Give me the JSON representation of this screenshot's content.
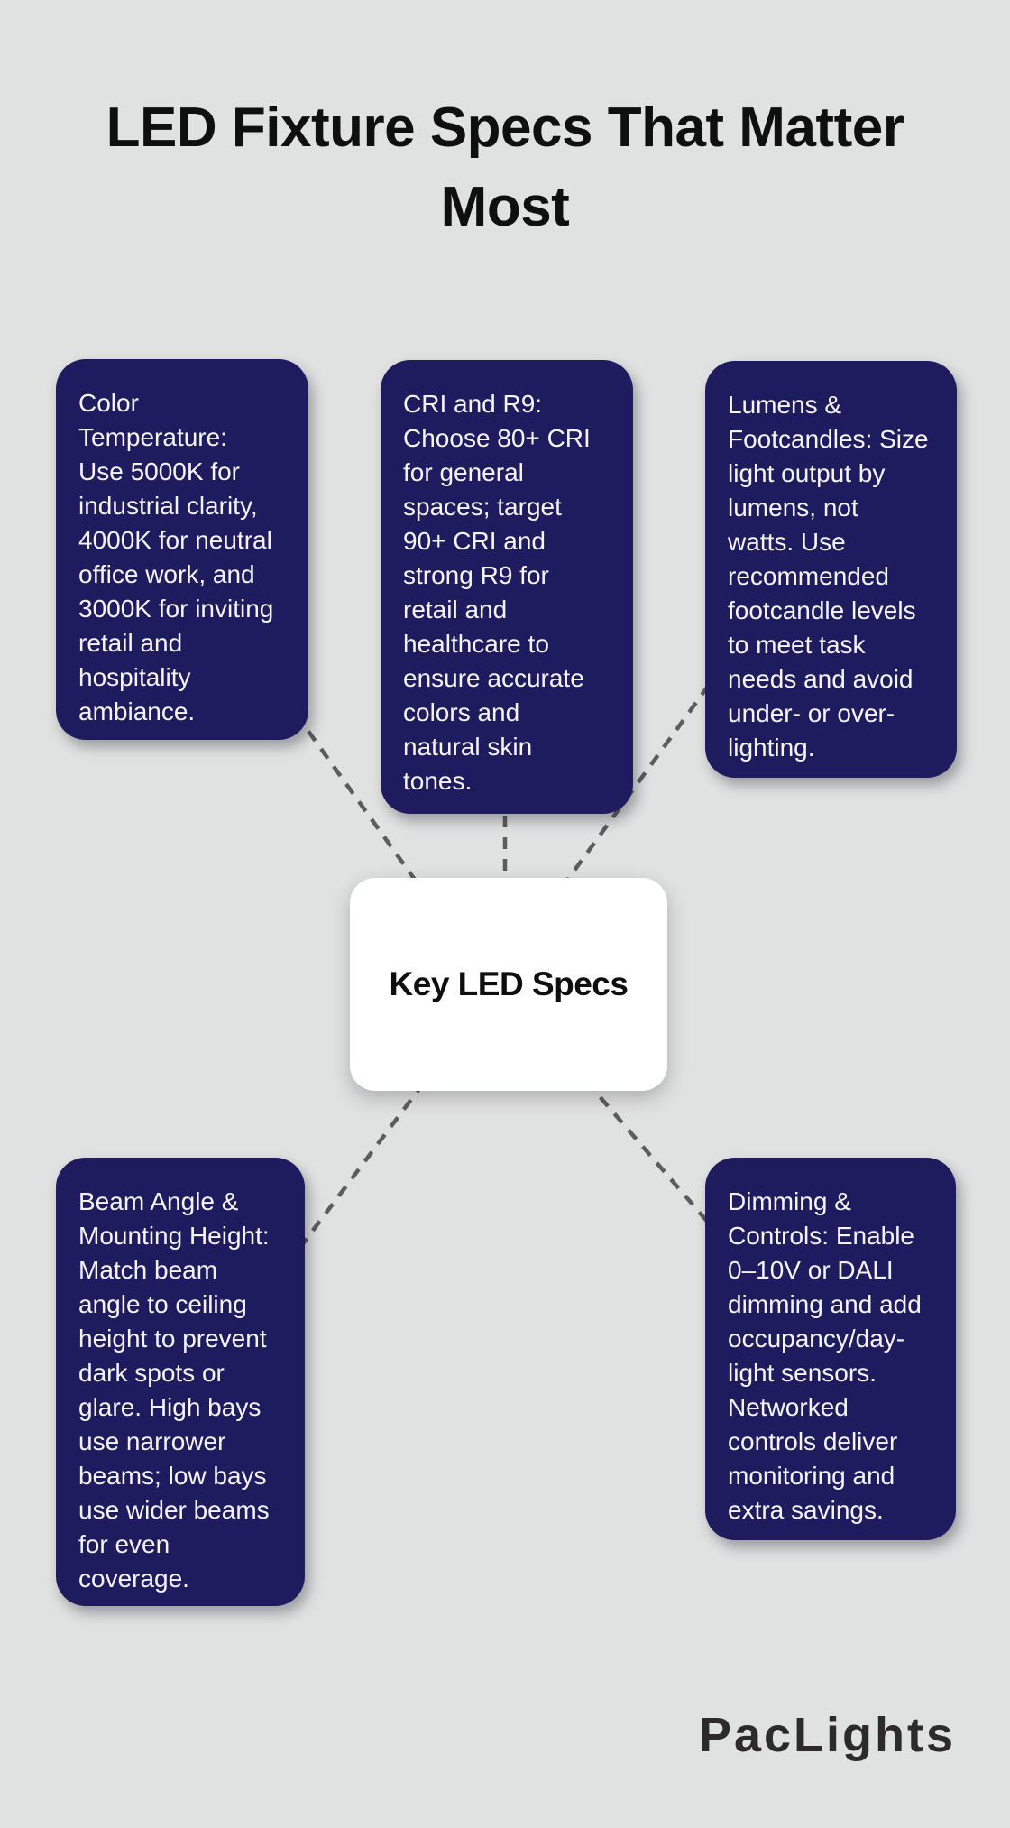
{
  "title": {
    "text": "LED Fixture Specs That Matter\nMost"
  },
  "center": {
    "label": "Key LED Specs"
  },
  "nodes": [
    {
      "id": "color-temperature",
      "text": "Color\nTemperature:\nUse 5000K for\nindustrial clarity,\n4000K for neutral\noffice work, and\n3000K for inviting\nretail and\nhospitality\nambiance."
    },
    {
      "id": "cri-and-r9",
      "text": "CRI and R9:\nChoose 80+ CRI\nfor general\nspaces; target\n90+ CRI and\nstrong R9 for\nretail and\nhealthcare to\nensure accurate\ncolors and\nnatural skin\ntones."
    },
    {
      "id": "lumens-footcandles",
      "text": "Lumens &\nFootcandles: Size\nlight output by\nlumens, not\nwatts. Use\nrecommended\nfootcandle levels\nto meet task\nneeds and avoid\nunder- or over-\nlighting."
    },
    {
      "id": "beam-angle-mounting-height",
      "text": "Beam Angle &\nMounting Height:\nMatch beam\nangle to ceiling\nheight to prevent\ndark spots or\nglare. High bays\nuse narrower\nbeams; low bays\nuse wider beams\nfor even\ncoverage."
    },
    {
      "id": "dimming-controls",
      "text": "Dimming &\nControls: Enable\n0–10V or DALI\ndimming and add\noccupancy/day-\nlight sensors.\nNetworked\ncontrols deliver\nmonitoring and\nextra savings."
    }
  ],
  "brand": {
    "logo_text": "PacLights"
  },
  "colors": {
    "background": "#e0e1e1",
    "card_background": "#1e1b5f",
    "card_text": "#f5f5f8",
    "center_background": "#ffffff",
    "center_text": "#0e0e0e",
    "connector": "#5c5c5c",
    "title_text": "#0f0f0f",
    "logo_text": "#2d2a2b"
  },
  "connector_style": "dashed"
}
